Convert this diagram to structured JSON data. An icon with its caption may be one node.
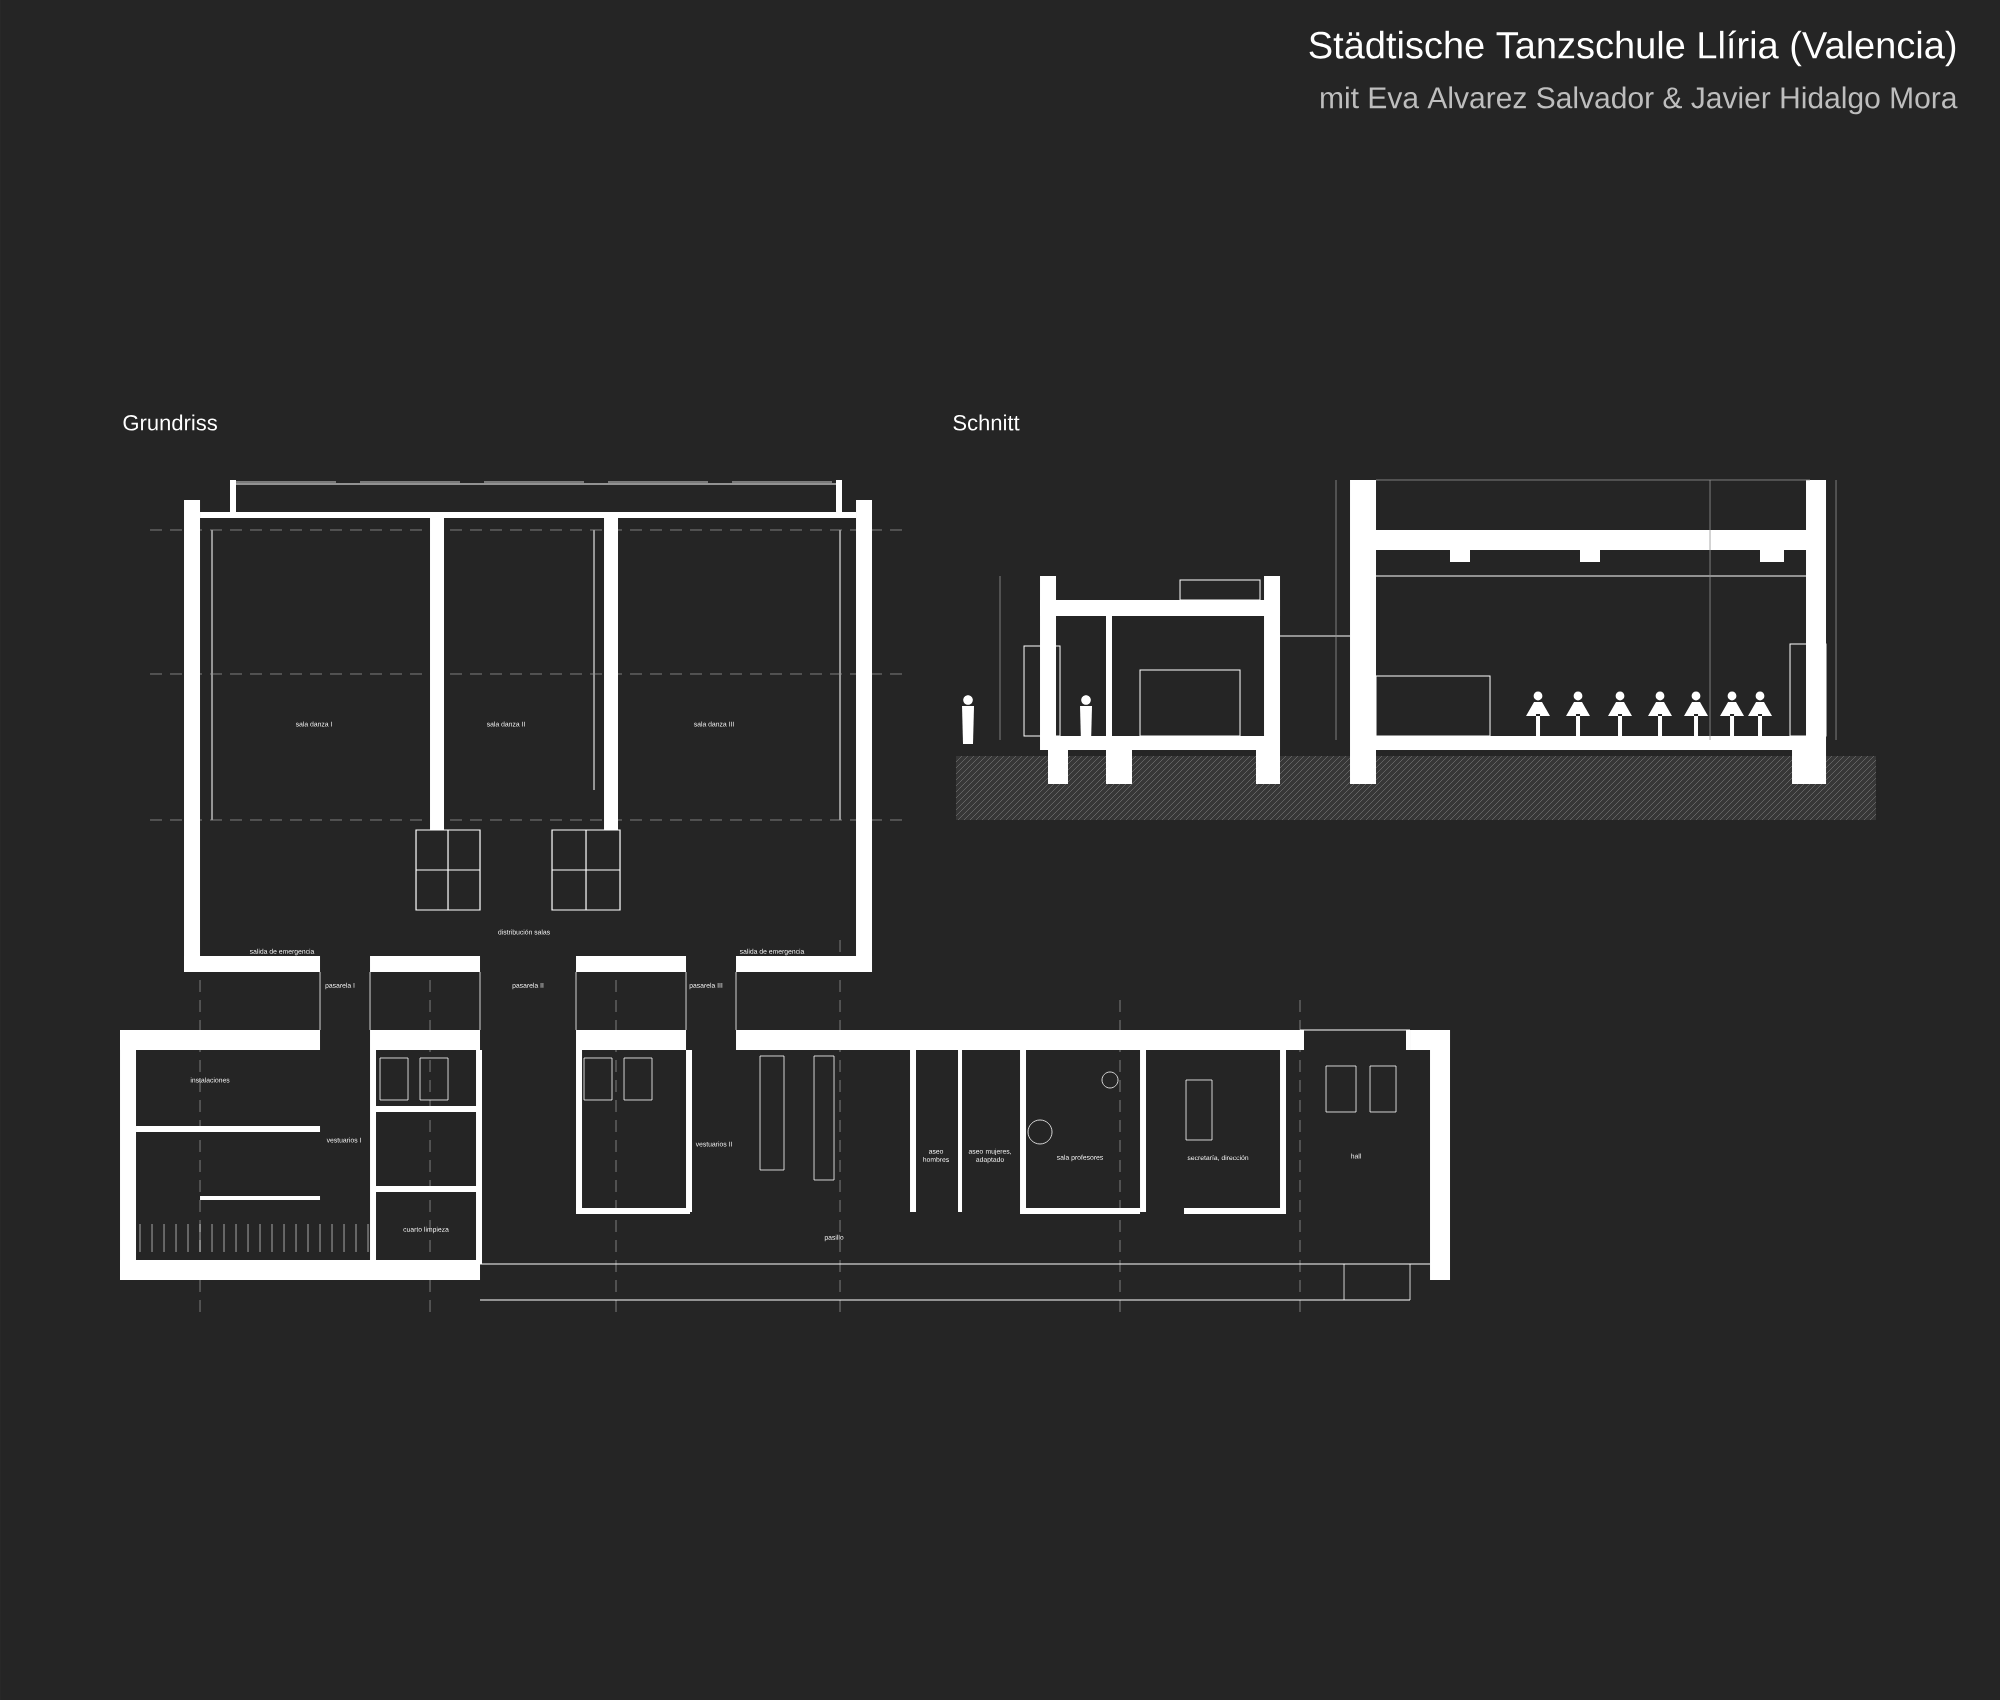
{
  "diagram": {
    "title": "Städtische Tanzschule Llíria (Valencia)",
    "labels": [
      "mit Eva Alvarez Salvador & Javier Hidalgo Mora",
      "Grundriss",
      "Schnitt",
      "sala danza I",
      "sala danza II",
      "sala danza III",
      "distribución salas",
      "salida de emergencia",
      "salida de emergencia",
      "pasarela I",
      "pasarela II",
      "pasarela III",
      "instalaciones",
      "vestuarios I",
      "vestuarios II",
      "cuarto limpieza",
      "aseo hombres",
      "aseo mujeres, adaptado",
      "sala profesores",
      "secretaría, dirección",
      "hall",
      "pasillo"
    ]
  }
}
